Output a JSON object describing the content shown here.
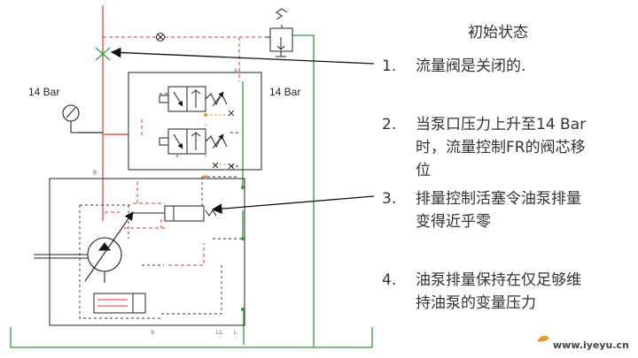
{
  "title": "初始状态",
  "pressure_labels": [
    "14 Bar",
    "14 Bar"
  ],
  "port_labels": {
    "top": "X",
    "mid": "B",
    "bottom": "S",
    "l1": "L1",
    "l": "L"
  },
  "items": [
    {
      "num": "1.",
      "lines": [
        "流量阀是关闭的."
      ]
    },
    {
      "num": "2.",
      "lines": [
        "当泵口压力上升至14 Bar",
        "时，流量控制FR的阀芯移",
        "位"
      ]
    },
    {
      "num": "3.",
      "lines": [
        "排量控制活塞令油泵排量",
        "变得近乎零"
      ]
    },
    {
      "num": "4.",
      "lines": [
        "油泵排量保持在仅足够维",
        "持油泵的变量压力"
      ]
    }
  ],
  "watermark": "www.iyeyu.cn",
  "colors": {
    "red": "#e53935",
    "green": "#2e9e3a",
    "black": "#222222",
    "orange": "#e69a2e"
  }
}
